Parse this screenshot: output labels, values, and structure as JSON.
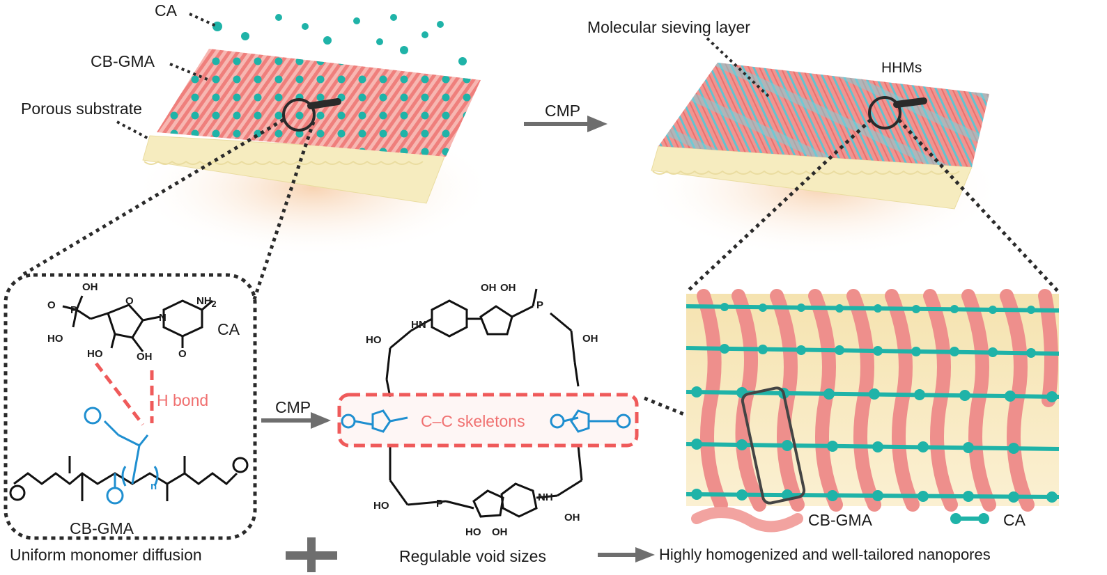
{
  "labels": {
    "ca_top": "CA",
    "cb_gma_top": "CB-GMA",
    "porous_substrate": "Porous substrate",
    "cmp_top": "CMP",
    "molecular_sieving_layer": "Molecular sieving layer",
    "hhms": "HHMs",
    "ca_mol": "CA",
    "h_bond": "H bond",
    "cmp_mid": "CMP",
    "c_c_skeletons": "C–C skeletons",
    "cb_gma_box": "CB-GMA",
    "legend_cb_gma": "CB-GMA",
    "legend_ca": "CA",
    "bottom_uniform": "Uniform monomer diffusion",
    "bottom_regulable": "Regulable void sizes",
    "bottom_homogenized": "Highly homogenized and well-tailored nanopores"
  },
  "chem": {
    "oh": "OH",
    "ho": "HO",
    "nh2": "NH",
    "nh2_sub": "2",
    "n": "N",
    "o": "O",
    "p": "P",
    "hn": "HN",
    "nh": "NH",
    "n_repeat": "n"
  },
  "colors": {
    "teal": "#1fb3a8",
    "pink": "#f08a88",
    "substrate": "#f6ecbf",
    "blue": "#1f8fd0",
    "red_dash": "#ef5a5a",
    "arrow": "#6e6e6e"
  }
}
